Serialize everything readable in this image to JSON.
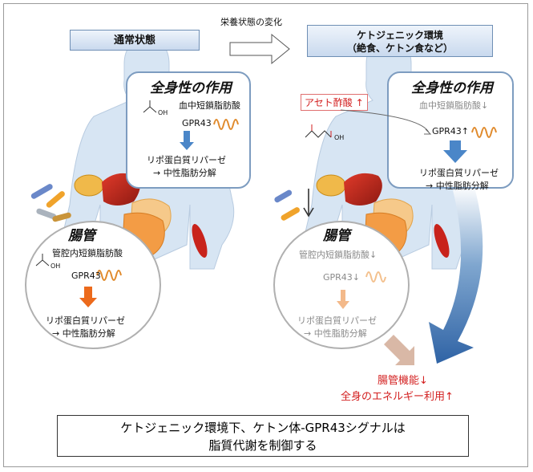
{
  "header_left": "通常状態",
  "transition_label": "栄養状態の変化",
  "header_right_line1": "ケトジェニック環境",
  "header_right_line2": "（絶食、ケトン食など）",
  "left_systemic": {
    "title": "全身性の作用",
    "scfa": "血中短鎖脂肪酸",
    "receptor": "GPR43",
    "lpl": "リポ蛋白質リパーゼ",
    "fat": "→ 中性脂肪分解",
    "oh": "OH"
  },
  "left_gut": {
    "title": "腸管",
    "scfa": "管腔内短鎖脂肪酸",
    "receptor": "GPR43",
    "lpl": "リポ蛋白質リパーゼ",
    "fat": "→ 中性脂肪分解",
    "oh": "OH"
  },
  "right_systemic": {
    "title": "全身性の作用",
    "scfa": "血中短鎖脂肪酸↓",
    "receptor": "GPR43↑",
    "lpl": "リポ蛋白質リパーゼ",
    "fat": "→ 中性脂肪分解"
  },
  "right_gut": {
    "title": "腸管",
    "scfa": "管腔内短鎖脂肪酸↓",
    "receptor": "GPR43↓",
    "lpl": "リポ蛋白質リパーゼ",
    "fat": "→ 中性脂肪分解"
  },
  "acetoacetate": "アセト酢酸 ↑",
  "oh_right": "OH",
  "outcome1": "腸管機能↓",
  "outcome2": "全身のエネルギー利用↑",
  "conclusion1": "ケトジェニック環境下、ケトン体-GPR43シグナルは",
  "conclusion2": "脂質代謝を制御する",
  "colors": {
    "panel_border": "#7d9cc0",
    "arrow_blue": "#4a86c8",
    "arrow_orange": "#ec6a1c",
    "red": "#d31f1f"
  }
}
